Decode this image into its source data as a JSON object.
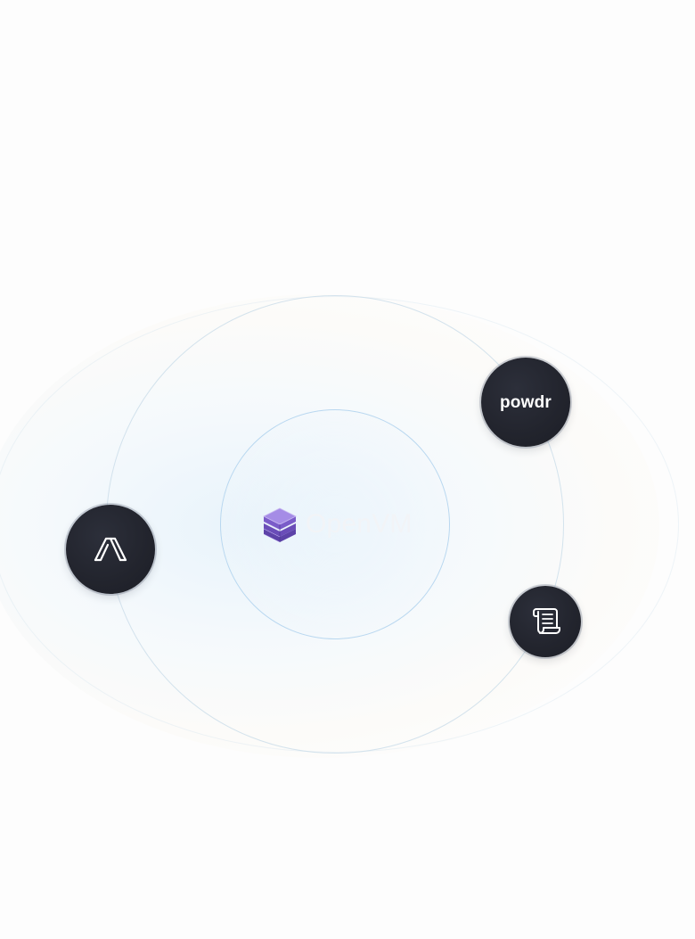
{
  "diagram": {
    "center": {
      "name": "OpenVM",
      "icon": "stacked-layers-icon",
      "icon_colors": [
        "#8b6fd6",
        "#7a5cc9",
        "#6a4db8"
      ]
    },
    "satellites": [
      {
        "id": "powdr",
        "label": "powdr",
        "icon": "powdr-wordmark"
      },
      {
        "id": "axiom",
        "label": "",
        "icon": "axiom-chevron-icon"
      },
      {
        "id": "scroll",
        "label": "",
        "icon": "scroll-icon"
      }
    ],
    "colors": {
      "node_fill": "#22242d",
      "node_ring": "#7a8291",
      "ring_inner": "#b2d4ee",
      "ring_mid": "#cddeea"
    }
  }
}
